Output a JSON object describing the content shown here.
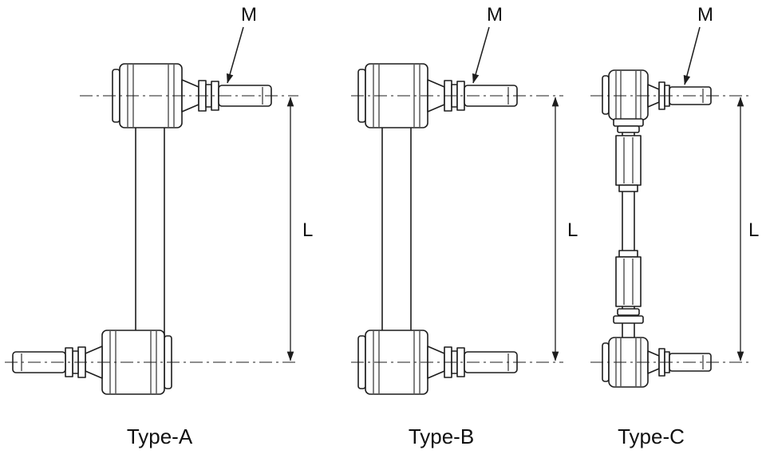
{
  "page": {
    "background_color": "#ffffff",
    "line_color": "#1d1d1d",
    "description_labels": {
      "thread": "M",
      "length": "L"
    }
  },
  "figures": [
    {
      "id": "type-a",
      "label": "Type-A",
      "thread_label": "M",
      "length_label": "L"
    },
    {
      "id": "type-b",
      "label": "Type-B",
      "thread_label": "M",
      "length_label": "L"
    },
    {
      "id": "type-c",
      "label": "Type-C",
      "thread_label": "M",
      "length_label": "L"
    }
  ]
}
